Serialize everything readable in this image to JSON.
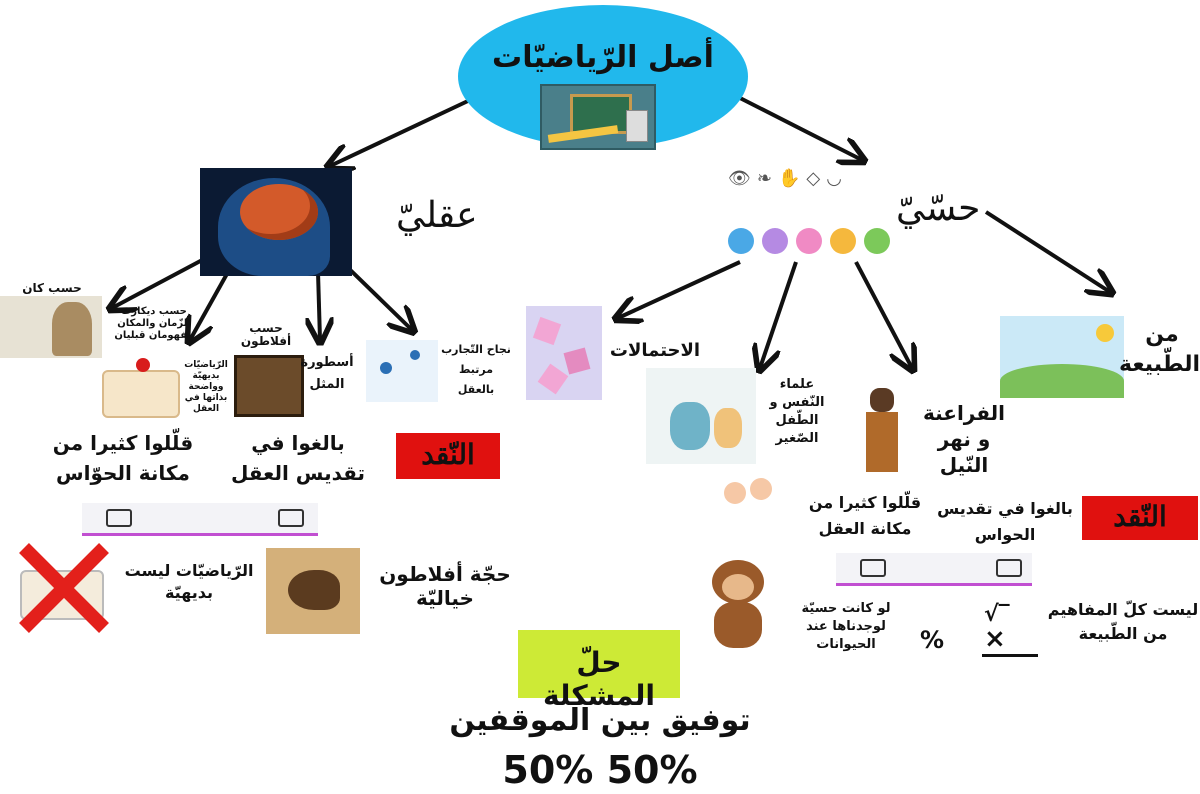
{
  "root": {
    "title": "أصل الرّياضيّات"
  },
  "rational": {
    "label": "عقليّ",
    "branches": {
      "kant": "حسب كان",
      "descartes": "حسب ديكارت الزّمان والمكان مفهومان قبليان",
      "plato": "حسب أفلاطون",
      "plato_myth": "أسطورة المثل",
      "experiments": "نجاح التّجارب مرتبط بالعقل",
      "axioms": "الرّياضيّات بديهيّة وواضحة بذاتها في العقل"
    },
    "critique_label": "النّقد",
    "critique_1": "بالغوا في تقديس العقل",
    "critique_2": "قلّلوا كثيرا من مكانة الحوّاس",
    "objection_1": "الرّياضيّات ليست بديهيّة",
    "objection_2": "حجّة أفلاطون خياليّة"
  },
  "sensory": {
    "label": "حسّيّ",
    "branches": {
      "probabilities": "الاحتمالات",
      "psychologists": "علماء النّفس و الطّفل الصّغير",
      "pharaohs": "الفراعنة و نهر النّيل",
      "nature": "من الطّبيعة"
    },
    "critique_label": "النّقد",
    "critique_1": "بالغوا في تقديس الحواس",
    "critique_2": "قلّلوا كثيرا من مكانة العقل",
    "objection_1": "لو كانت حسيّة لوجدناها عند الحيوانات",
    "objection_2": "ليست كلّ المفاهيم من الطّبيعة"
  },
  "solution": {
    "label": "حلّ المشكلة",
    "compromise": "توفيق بين الموقفين",
    "percent": "50% 50%"
  },
  "colors": {
    "root": "#21b8ec",
    "critique": "#e0110f",
    "solution": "#cdea36",
    "cross": "#e3201b",
    "bar_accent": "#c14fd1"
  },
  "icons": [
    "eye-icon",
    "ear-icon",
    "hand-icon",
    "nose-icon",
    "mouth-icon"
  ]
}
